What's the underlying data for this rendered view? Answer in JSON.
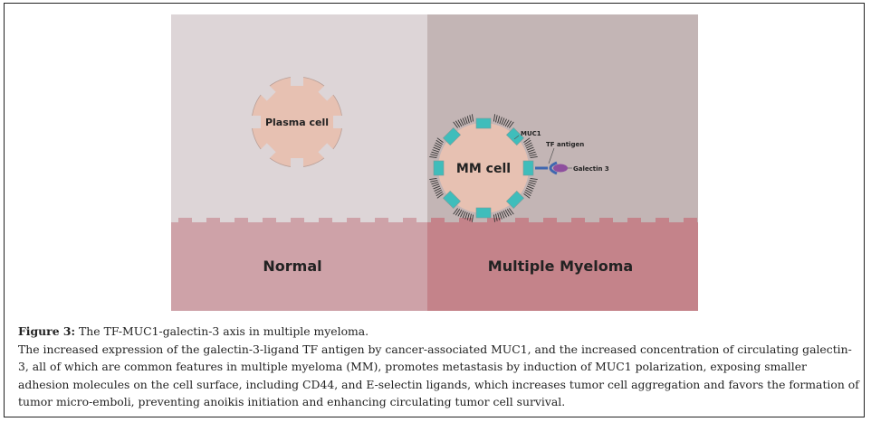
{
  "figure": {
    "panels": {
      "left_title": "Normal",
      "right_title": "Multiple Myeloma"
    },
    "cells": {
      "normal_cell_label": "Plasma cell",
      "mm_cell_label": "MM cell"
    },
    "annotations": {
      "muc1": "MUC1",
      "tf_antigen": "TF antigen",
      "galectin": "Galectin 3"
    },
    "colors": {
      "normal_top": "#ddd5d7",
      "mm_top": "#c3b5b5",
      "normal_bottom": "#cea2a8",
      "mm_bottom": "#c4838a",
      "cell_fill": "#e7c1b2",
      "muc1_box": "#3fbdbb",
      "tf_antigen": "#3f67b0",
      "galectin": "#8e4f9e"
    }
  },
  "caption": {
    "label": "Figure 3:",
    "title": " The TF-MUC1-galectin-3 axis in multiple myeloma.",
    "body": "The increased expression of the galectin-3-ligand TF antigen by cancer-associated MUC1, and the increased concentration of circulating galectin-3, all of which are common features in multiple myeloma (MM), promotes metastasis by induction of MUC1 polarization, exposing smaller adhesion molecules on the cell surface, including CD44, and E-selectin ligands, which increases tumor cell aggregation and favors the formation of tumor micro-emboli, preventing anoikis initiation and enhancing circulating tumor cell survival."
  }
}
